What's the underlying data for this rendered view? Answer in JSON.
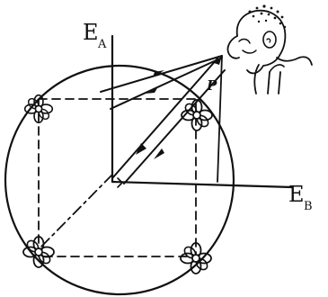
{
  "labels": {
    "axis_vertical": "E",
    "axis_vertical_sub": "A",
    "axis_horizontal": "E",
    "axis_horizontal_sub": "B",
    "vector_point": "P"
  },
  "colors": {
    "ink": "#111111",
    "background": "#ffffff"
  },
  "figures": {
    "flowers": [
      "flower",
      "flower",
      "flower",
      "flower"
    ],
    "observer": "observer-with-eye"
  }
}
